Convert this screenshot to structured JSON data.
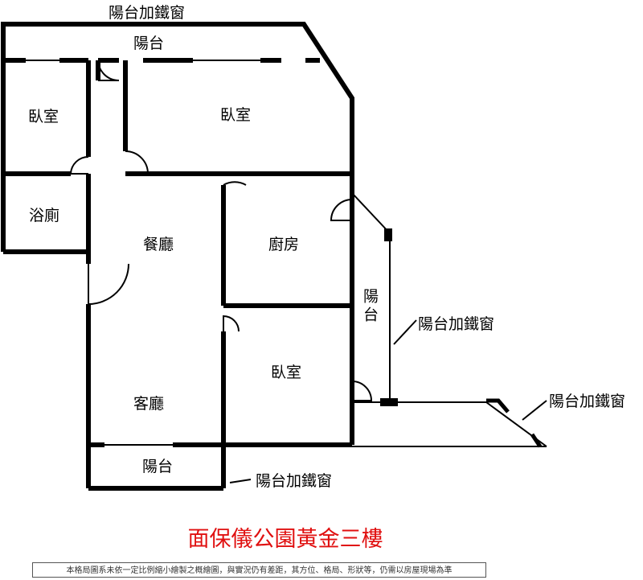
{
  "plan": {
    "rooms": {
      "balcony_top": "陽台",
      "bedroom_left": "臥室",
      "bedroom_main": "臥室",
      "bathroom": "浴廁",
      "dining": "餐廳",
      "kitchen": "廚房",
      "balcony_right": "陽台",
      "bedroom_small": "臥室",
      "living": "客廳",
      "balcony_bottom": "陽台"
    },
    "annotations": {
      "top": "陽台加鐵窗",
      "right_upper": "陽台加鐵窗",
      "right_lower": "陽台加鐵窗",
      "bottom": "陽台加鐵窗"
    }
  },
  "title": "面保儀公園黃金三樓",
  "disclaimer": "本格局圖系未依一定比例縮小繪製之概繪圖，與實況仍有差距，其方位、格局、形狀等，仍需以房屋現場為準",
  "colors": {
    "wall": "#000000",
    "title": "#e01010"
  }
}
